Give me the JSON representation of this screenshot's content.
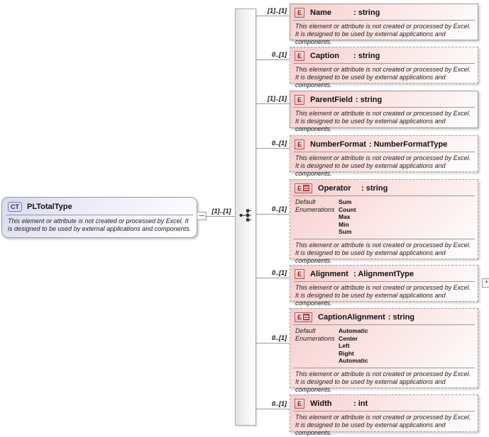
{
  "root_box": {
    "badge": "CT",
    "title": "PLTotalType",
    "description": "This element or attribute is not created or processed by Excel. It is designed to be used by external applications and components.",
    "cardinality": "[1]..[1]"
  },
  "enum_section_labels": {
    "default": "Default",
    "enumerations": "Enumerations"
  },
  "expand_icon_label": "+",
  "colors": {
    "element_fill": "#f7cdcd",
    "root_fill": "#d9d9f0",
    "badge_element_text": "#8e1f1f",
    "badge_ct_text": "#2e2e5e",
    "connector": "#999999",
    "bar_fill": "#e3e3e3"
  },
  "elements": [
    {
      "badge": "E",
      "name": "Name",
      "type": ": string",
      "cardinality": "[1]..[1]",
      "optional": false,
      "description": "This element or attribute is not created or processed by Excel. It is designed to be used by external applications and components."
    },
    {
      "badge": "E",
      "name": "Caption",
      "type": ": string",
      "cardinality": "0..[1]",
      "optional": true,
      "description": "This element or attribute is not created or processed by Excel. It is designed to be used by external applications and components."
    },
    {
      "badge": "E",
      "name": "ParentField",
      "type": ": string",
      "cardinality": "[1]..[1]",
      "optional": false,
      "description": "This element or attribute is not created or processed by Excel. It is designed to be used by external applications and components."
    },
    {
      "badge": "E",
      "name": "NumberFormat",
      "type": ": NumberFormatType",
      "cardinality": "0..[1]",
      "optional": true,
      "description": "This element or attribute is not created or processed by Excel. It is designed to be used by external applications and components."
    },
    {
      "badge": "E",
      "name": "Operator",
      "type": ": string",
      "cardinality": "0..[1]",
      "optional": true,
      "enum": {
        "default": "Sum",
        "values": [
          "Count",
          "Max",
          "Min",
          "Sum"
        ]
      },
      "description": "This element or attribute is not created or processed by Excel. It is designed to be used by external applications and components."
    },
    {
      "badge": "E",
      "name": "Alignment",
      "type": ": AlignmentType",
      "cardinality": "0..[1]",
      "optional": true,
      "expandable": true,
      "description": "This element or attribute is not created or processed by Excel. It is designed to be used by external applications and components."
    },
    {
      "badge": "E",
      "name": "CaptionAlignment",
      "type": ": string",
      "cardinality": "0..[1]",
      "optional": true,
      "enum": {
        "default": "Automatic",
        "values": [
          "Center",
          "Left",
          "Right",
          "Automatic"
        ]
      },
      "description": "This element or attribute is not created or processed by Excel. It is designed to be used by external applications and components."
    },
    {
      "badge": "E",
      "name": "Width",
      "type": ": int",
      "cardinality": "0..[1]",
      "optional": true,
      "description": "This element or attribute is not created or processed by Excel. It is designed to be used by external applications and components."
    }
  ]
}
